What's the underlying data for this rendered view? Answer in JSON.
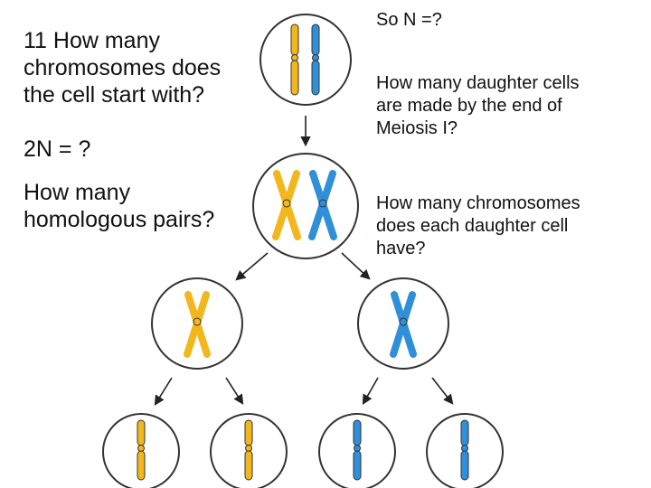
{
  "left_text": {
    "question": [
      "11  How many",
      "chromosomes does",
      "the cell start with?"
    ],
    "diploid": "2N = ?",
    "pairs": [
      "How many",
      "homologous pairs?"
    ]
  },
  "right_text": {
    "haploid": "So N =?",
    "daughter_cells": [
      "How many daughter cells",
      "are made by the end of",
      "Meiosis I?"
    ],
    "chromosomes_each": [
      "How many chromosomes",
      "does each daughter cell",
      "have?"
    ]
  },
  "colors": {
    "maternal": "#F2B71D",
    "paternal": "#2F8FD8",
    "outline": "#333333",
    "arrow": "#222222"
  }
}
